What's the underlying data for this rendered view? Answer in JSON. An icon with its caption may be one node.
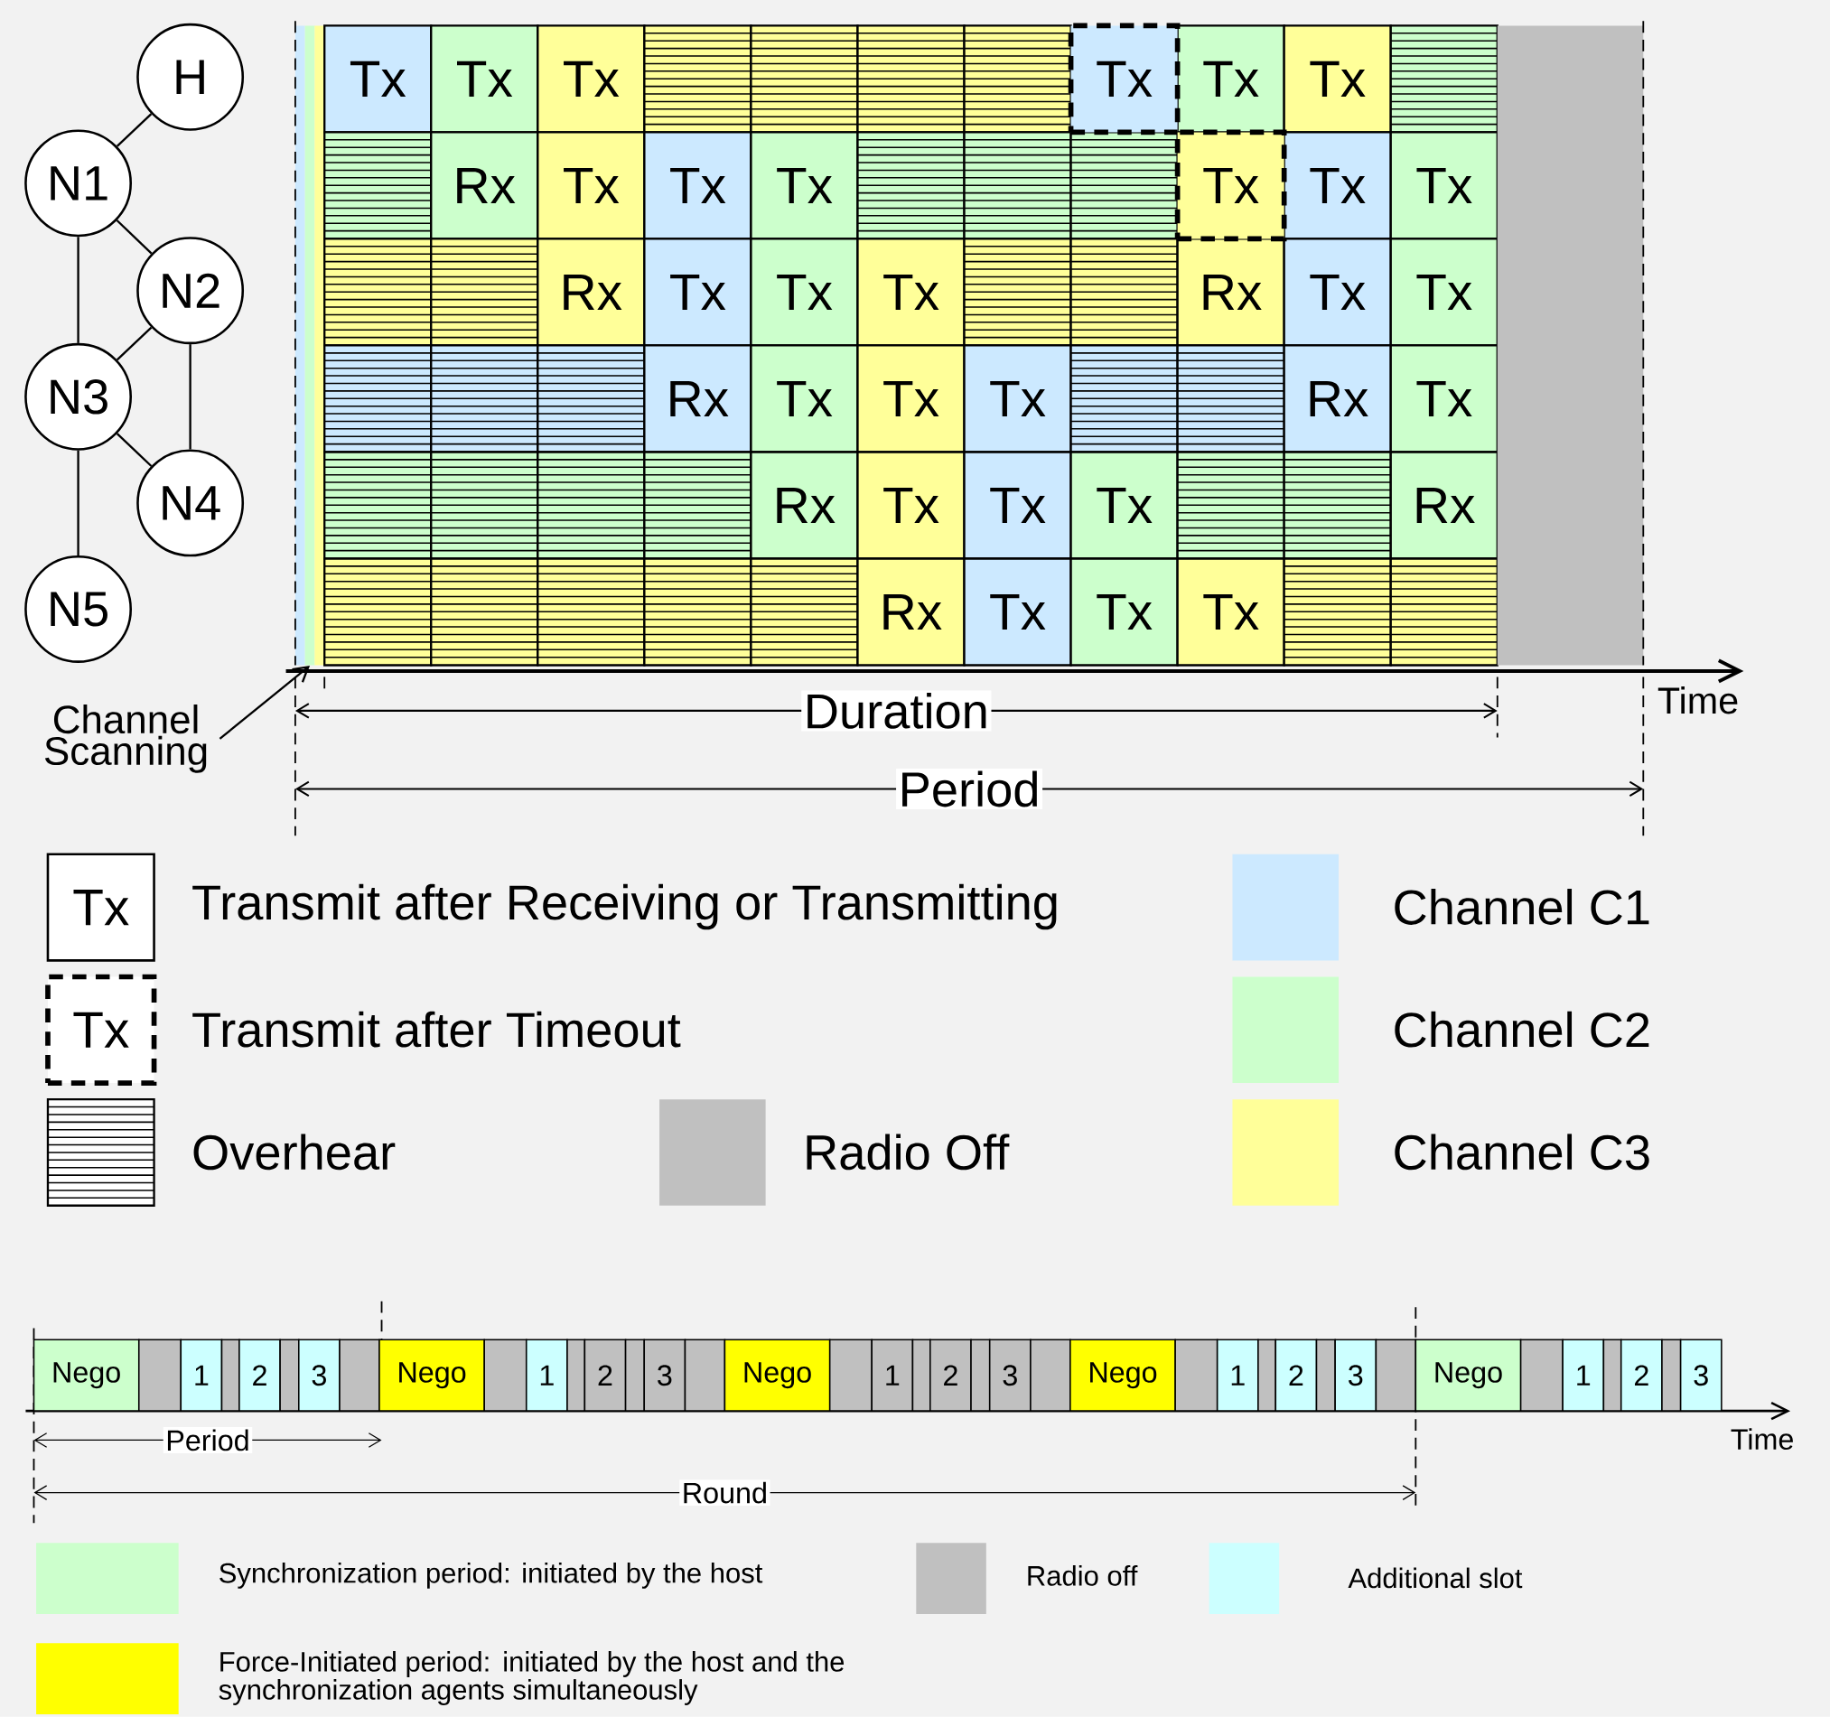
{
  "diagram": {
    "nodes": [
      {
        "text": [
          "H"
        ]
      },
      {
        "text": [
          "N1"
        ]
      },
      {
        "text": [
          "N2"
        ]
      },
      {
        "text": [
          "N3"
        ]
      },
      {
        "text": [
          "N4"
        ]
      },
      {
        "text": [
          "N5"
        ]
      },
      {
        "text": [],
        "shape": "bar"
      },
      {
        "text": [
          "Tx"
        ]
      },
      {
        "text": [
          "Tx"
        ]
      },
      {
        "text": [
          "Tx"
        ]
      },
      {
        "text": [],
        "shape": "box"
      },
      {
        "text": [],
        "shape": "box"
      },
      {
        "text": [],
        "shape": "box"
      },
      {
        "text": [],
        "shape": "box"
      },
      {
        "text": [
          "Tx"
        ]
      },
      {
        "text": [
          "Tx"
        ]
      },
      {
        "text": [
          "Tx"
        ]
      },
      {
        "text": [],
        "shape": "box"
      },
      {
        "text": [],
        "shape": "box"
      },
      {
        "text": [
          "Rx"
        ]
      },
      {
        "text": [
          "Tx"
        ]
      },
      {
        "text": [
          "Tx"
        ]
      },
      {
        "text": [
          "Tx"
        ]
      },
      {
        "text": [],
        "shape": "box"
      },
      {
        "text": [],
        "shape": "box"
      },
      {
        "text": [],
        "shape": "box"
      },
      {
        "text": [
          "Tx"
        ]
      },
      {
        "text": [
          "Tx"
        ]
      },
      {
        "text": [
          "Tx"
        ]
      },
      {
        "text": [],
        "shape": "box"
      },
      {
        "text": [],
        "shape": "box"
      },
      {
        "text": [
          "Rx"
        ]
      },
      {
        "text": [
          "Tx"
        ]
      },
      {
        "text": [
          "Tx"
        ]
      },
      {
        "text": [
          "Tx"
        ]
      },
      {
        "text": [],
        "shape": "box"
      },
      {
        "text": [],
        "shape": "box"
      },
      {
        "text": [
          "Rx"
        ]
      },
      {
        "text": [
          "Tx"
        ]
      },
      {
        "text": [
          "Tx"
        ]
      },
      {
        "text": [],
        "shape": "box"
      },
      {
        "text": [],
        "shape": "box"
      },
      {
        "text": [],
        "shape": "box"
      },
      {
        "text": [
          "Rx"
        ]
      },
      {
        "text": [
          "Tx"
        ]
      },
      {
        "text": [
          "Tx"
        ]
      },
      {
        "text": [
          "Tx"
        ]
      },
      {
        "text": [],
        "shape": "box"
      },
      {
        "text": [],
        "shape": "box"
      },
      {
        "text": [
          "Rx"
        ]
      },
      {
        "text": [
          "Tx"
        ]
      },
      {
        "text": [],
        "shape": "box"
      },
      {
        "text": [],
        "shape": "box"
      },
      {
        "text": [],
        "shape": "box"
      },
      {
        "text": [],
        "shape": "box"
      },
      {
        "text": [
          "Rx"
        ]
      },
      {
        "text": [
          "Tx"
        ]
      },
      {
        "text": [
          "Tx"
        ]
      },
      {
        "text": [
          "Tx"
        ]
      },
      {
        "text": [],
        "shape": "box"
      },
      {
        "text": [],
        "shape": "box"
      },
      {
        "text": [
          "Rx"
        ]
      },
      {
        "text": [],
        "shape": "box"
      },
      {
        "text": [],
        "shape": "box"
      },
      {
        "text": [],
        "shape": "box"
      },
      {
        "text": [],
        "shape": "box"
      },
      {
        "text": [],
        "shape": "box"
      },
      {
        "text": [
          "Rx"
        ]
      },
      {
        "text": [
          "Tx"
        ]
      },
      {
        "text": [
          "Tx"
        ]
      },
      {
        "text": [
          "Tx"
        ]
      },
      {
        "text": [],
        "shape": "box"
      },
      {
        "text": [],
        "shape": "box"
      },
      {
        "text": [],
        "shape": "bar"
      },
      {
        "text": [
          "Channel Scanning"
        ]
      },
      {
        "text": [
          "Nego"
        ]
      },
      {
        "text": [],
        "shape": "box"
      },
      {
        "text": [
          "1"
        ]
      },
      {
        "text": [],
        "shape": "box"
      },
      {
        "text": [
          "2"
        ]
      },
      {
        "text": [],
        "shape": "box"
      },
      {
        "text": [
          "3"
        ]
      },
      {
        "text": [],
        "shape": "box"
      },
      {
        "text": [
          "Nego"
        ]
      },
      {
        "text": [],
        "shape": "box"
      },
      {
        "text": [
          "1"
        ]
      },
      {
        "text": [],
        "shape": "box"
      },
      {
        "text": [
          "2"
        ]
      },
      {
        "text": [],
        "shape": "box"
      },
      {
        "text": [
          "3"
        ]
      },
      {
        "text": [],
        "shape": "box"
      },
      {
        "text": [
          "Nego"
        ]
      },
      {
        "text": [],
        "shape": "box"
      },
      {
        "text": [
          "1"
        ]
      },
      {
        "text": [],
        "shape": "box"
      },
      {
        "text": [
          "2"
        ]
      },
      {
        "text": [],
        "shape": "box"
      },
      {
        "text": [
          "3"
        ]
      },
      {
        "text": [],
        "shape": "box"
      },
      {
        "text": [
          "Nego"
        ]
      },
      {
        "text": [],
        "shape": "box"
      },
      {
        "text": [
          "1"
        ]
      },
      {
        "text": [],
        "shape": "box"
      },
      {
        "text": [
          "2"
        ]
      },
      {
        "text": [],
        "shape": "box"
      },
      {
        "text": [
          "3"
        ]
      },
      {
        "text": [],
        "shape": "box"
      },
      {
        "text": [
          "Nego"
        ]
      },
      {
        "text": [],
        "shape": "box"
      },
      {
        "text": [
          "1"
        ]
      },
      {
        "text": [],
        "shape": "box"
      },
      {
        "text": [
          "2"
        ]
      },
      {
        "text": [],
        "shape": "box"
      },
      {
        "text": [
          "3"
        ]
      }
    ],
    "edges": [
      {
        "from": 0,
        "to": 1,
        "arrow": "none"
      },
      {
        "from": 1,
        "to": 2,
        "arrow": "none"
      },
      {
        "from": 1,
        "to": 3,
        "arrow": "none"
      },
      {
        "from": 2,
        "to": 3,
        "arrow": "none"
      },
      {
        "from": 2,
        "to": 4,
        "arrow": "none"
      },
      {
        "from": 3,
        "to": 4,
        "arrow": "none"
      },
      {
        "from": 3,
        "to": 5,
        "arrow": "none"
      },
      {
        "from": 74,
        "to": 6,
        "arrow": "to"
      }
    ],
    "labels": [
      "Time",
      "Duration",
      "Period",
      "Tx",
      "Tx",
      "Time",
      "Period",
      "Round"
    ],
    "legend": [
      {
        "text": "Transmit after Receiving or Transmitting"
      },
      {
        "text": "Transmit after Timeout"
      },
      {
        "text": "Overhear"
      },
      {
        "text": "Radio Off",
        "color": "#c0c0c0"
      },
      {
        "text": "Channel C1",
        "color": "#cce9ff"
      },
      {
        "text": "Channel C2",
        "color": "#ccffcc"
      },
      {
        "text": "Channel C3",
        "color": "#ffff99"
      },
      {
        "text": "Synchronization period: initiated by the host",
        "color": "#ccffcc"
      },
      {
        "text": "Radio off",
        "color": "#c0c0c0"
      },
      {
        "text": "Additional slot",
        "color": "#ccffff"
      },
      {
        "text": "Force-Initiated period: initiated by the host and the synchronization agents simultaneously",
        "color": "#ffff00"
      }
    ]
  }
}
